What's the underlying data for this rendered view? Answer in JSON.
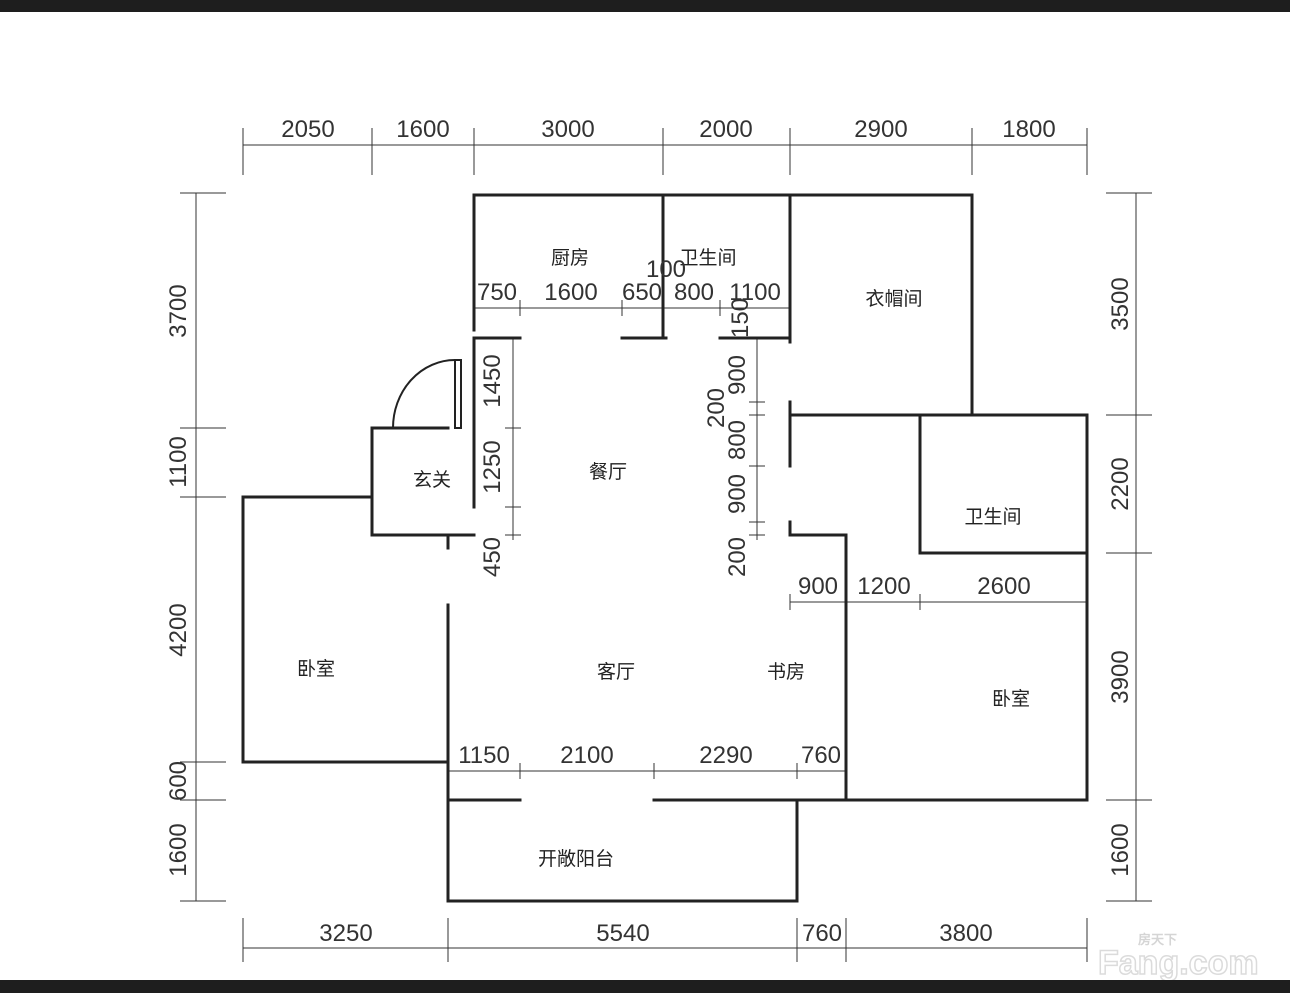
{
  "rooms": {
    "kitchen": "厨房",
    "bath_top": "卫生间",
    "cloakroom": "衣帽间",
    "foyer": "玄关",
    "dining": "餐厅",
    "bath_right": "卫生间",
    "bedroom_left": "卧室",
    "living": "客厅",
    "study": "书房",
    "bedroom_right": "卧室",
    "balcony": "开敞阳台"
  },
  "dims": {
    "top": [
      "2050",
      "1600",
      "3000",
      "2000",
      "2900",
      "1800"
    ],
    "bottom": [
      "3250",
      "5540",
      "760",
      "3800"
    ],
    "left": [
      "3700",
      "1100",
      "4200",
      "600",
      "1600"
    ],
    "right": [
      "3500",
      "2200",
      "3900",
      "1600"
    ],
    "inner_top": [
      "750",
      "1600",
      "650",
      "800",
      "1100"
    ],
    "inner_100": "100",
    "inner_150": "150",
    "foyer_side": [
      "1450",
      "1250",
      "450"
    ],
    "mid_col": [
      "900",
      "200",
      "800",
      "900",
      "200"
    ],
    "right_row": [
      "900",
      "1200",
      "2600"
    ],
    "bottom_row": [
      "1150",
      "2100",
      "2290",
      "760"
    ]
  },
  "watermark": {
    "brand_cn": "房天下",
    "brand_en": "Fang.com"
  },
  "colors": {
    "frame": "#1e1e1e",
    "paper": "#ffffff",
    "ink": "#222222"
  }
}
